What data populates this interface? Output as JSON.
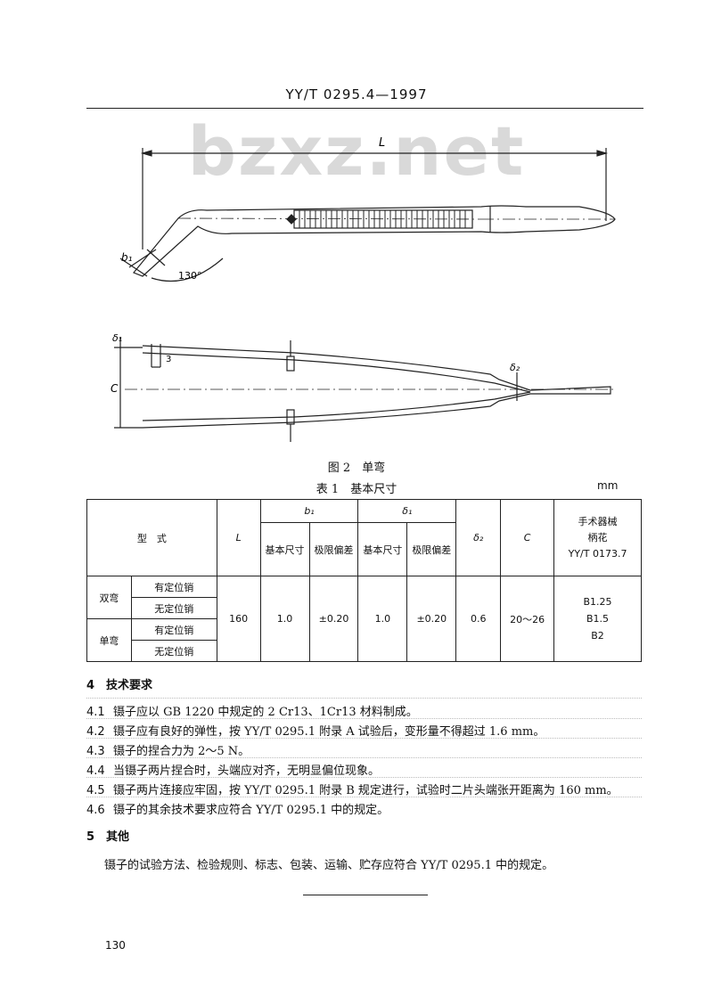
{
  "header": {
    "standard_code": "YY/T 0295.4—1997"
  },
  "watermark": "bzxz.net",
  "figure": {
    "labels": {
      "L": "L",
      "b1": "b₁",
      "angle": "130°",
      "delta1": "δ₁",
      "dim3": "3",
      "C": "C",
      "delta2": "δ₂"
    },
    "caption": "图 2　单弯"
  },
  "table": {
    "caption": "表 1　基本尺寸",
    "unit": "mm",
    "headers": {
      "type": "型　式",
      "L": "L",
      "b1": "b₁",
      "delta1": "δ₁",
      "delta2": "δ₂",
      "C": "C",
      "handle": [
        "手术器械",
        "柄花",
        "YY/T 0173.7"
      ],
      "basic_size": "基本尺寸",
      "limit_dev": "极限偏差"
    },
    "groups": [
      "双弯",
      "单弯"
    ],
    "variants": [
      "有定位销",
      "无定位销",
      "有定位销",
      "无定位销"
    ],
    "values": {
      "L": "160",
      "b1_basic": "1.0",
      "b1_dev": "±0.20",
      "delta1_basic": "1.0",
      "delta1_dev": "±0.20",
      "delta2": "0.6",
      "C": "20～26",
      "handle": [
        "B1.25",
        "B1.5",
        "B2"
      ]
    }
  },
  "section4": {
    "heading": "4　技术要求",
    "clauses": [
      {
        "num": "4.1",
        "text": "镊子应以 GB 1220 中规定的 2 Cr13、1Cr13 材料制成。"
      },
      {
        "num": "4.2",
        "text": "镊子应有良好的弹性，按 YY/T 0295.1 附录 A 试验后，变形量不得超过 1.6 mm。"
      },
      {
        "num": "4.3",
        "text": "镊子的捏合力为 2～5 N。"
      },
      {
        "num": "4.4",
        "text": "当镊子两片捏合时，头端应对齐，无明显偏位现象。"
      },
      {
        "num": "4.5",
        "text": "镊子两片连接应牢固，按 YY/T 0295.1 附录 B 规定进行，试验时二片头端张开距离为 160 mm。"
      },
      {
        "num": "4.6",
        "text": "镊子的其余技术要求应符合 YY/T 0295.1 中的规定。"
      }
    ]
  },
  "section5": {
    "heading": "5　其他",
    "text": "镊子的试验方法、检验规则、标志、包装、运输、贮存应符合 YY/T 0295.1 中的规定。"
  },
  "page_number": "130"
}
